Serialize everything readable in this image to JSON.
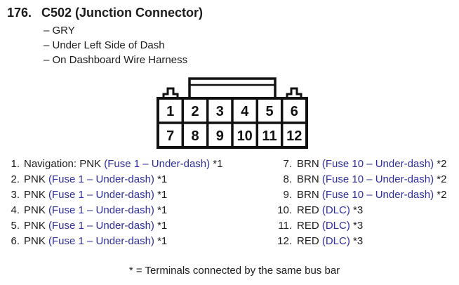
{
  "page": {
    "item_number": "176.",
    "title": "C502 (Junction Connector)",
    "details": [
      "– GRY",
      "– Under Left Side of Dash",
      "– On Dashboard Wire Harness"
    ],
    "footnote": "* = Terminals connected by the same bus bar"
  },
  "connector": {
    "pins": [
      "1",
      "2",
      "3",
      "4",
      "5",
      "6",
      "7",
      "8",
      "9",
      "10",
      "11",
      "12"
    ]
  },
  "pins": [
    {
      "num": "1.",
      "pre": "Navigation: PNK ",
      "link": "(Fuse 1 – Under-dash)",
      "post": " *1"
    },
    {
      "num": "2.",
      "pre": "PNK ",
      "link": "(Fuse 1 – Under-dash)",
      "post": " *1"
    },
    {
      "num": "3.",
      "pre": "PNK ",
      "link": "(Fuse 1 – Under-dash)",
      "post": " *1"
    },
    {
      "num": "4.",
      "pre": "PNK ",
      "link": "(Fuse 1 – Under-dash)",
      "post": " *1"
    },
    {
      "num": "5.",
      "pre": "PNK ",
      "link": "(Fuse 1 – Under-dash)",
      "post": " *1"
    },
    {
      "num": "6.",
      "pre": "PNK ",
      "link": "(Fuse 1 – Under-dash)",
      "post": " *1"
    },
    {
      "num": "7.",
      "pre": "BRN ",
      "link": "(Fuse 10 – Under-dash)",
      "post": " *2"
    },
    {
      "num": "8.",
      "pre": "BRN ",
      "link": "(Fuse 10 – Under-dash)",
      "post": " *2"
    },
    {
      "num": "9.",
      "pre": "BRN ",
      "link": "(Fuse 10 – Under-dash)",
      "post": " *2"
    },
    {
      "num": "10.",
      "pre": "RED ",
      "link": "(DLC)",
      "post": " *3"
    },
    {
      "num": "11.",
      "pre": "RED ",
      "link": "(DLC)",
      "post": " *3"
    },
    {
      "num": "12.",
      "pre": "RED ",
      "link": "(DLC)",
      "post": " *3"
    }
  ],
  "colors": {
    "link_blue": "#2e2e9e",
    "text_black": "#1c1c1c",
    "diagram_stroke": "#111111",
    "background": "#ffffff"
  }
}
